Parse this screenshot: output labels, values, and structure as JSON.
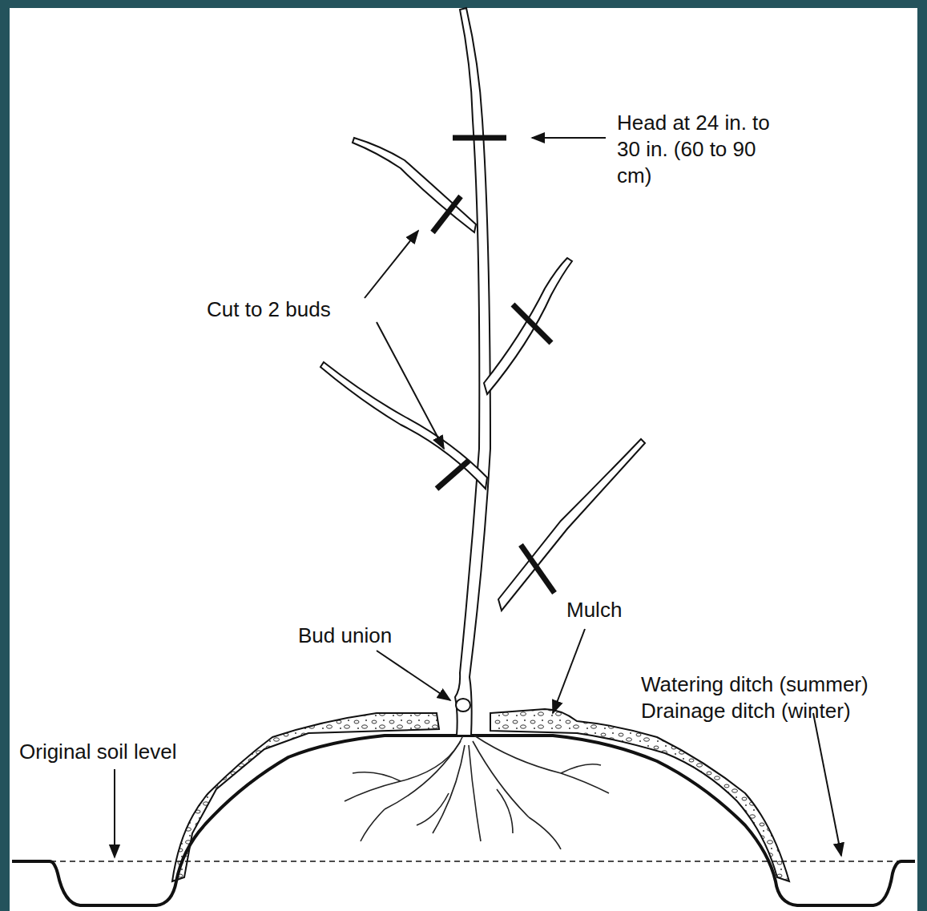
{
  "diagram": {
    "labels": [
      "Head at 24 in. to 30 in. (60 to 90 cm)",
      "Cut to 2 buds",
      "Bud union",
      "Mulch",
      "Watering ditch (summer)",
      "Drainage ditch (winter)",
      "Original soil level"
    ]
  }
}
